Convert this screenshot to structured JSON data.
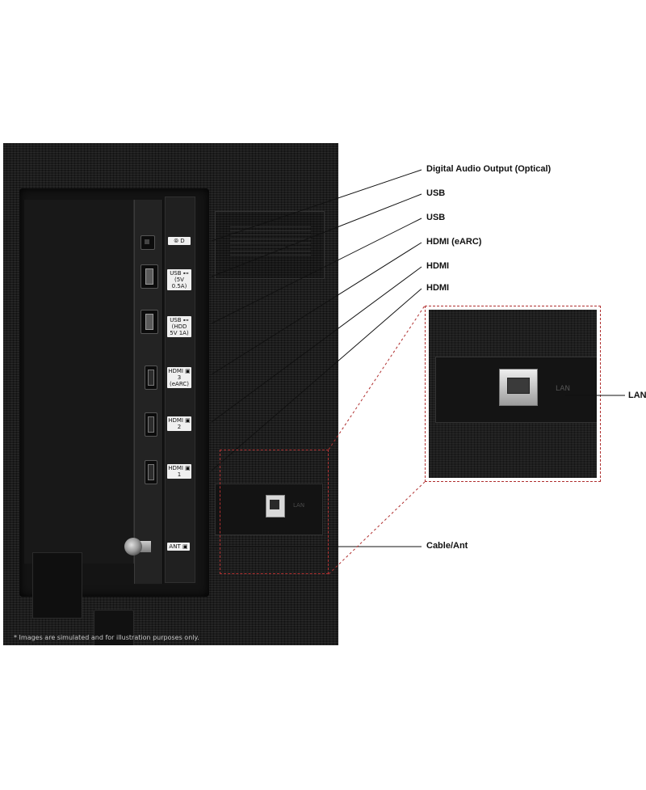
{
  "callouts": {
    "optical": "Digital Audio Output (Optical)",
    "usb_1": "USB",
    "usb_2": "USB",
    "hdmi_earc": "HDMI (eARC)",
    "hdmi_2": "HDMI",
    "hdmi_1": "HDMI",
    "lan": "LAN",
    "cable_ant": "Cable/Ant"
  },
  "port_tags": {
    "optical": "⦾ D",
    "usb_1_line1": "USB ⊷",
    "usb_1_line2": "(5V 0.5A)",
    "usb_2_line1": "USB ⊷",
    "usb_2_line2": "(HDD 5V 1A)",
    "hdmi3_line1": "HDMI ▣",
    "hdmi3_line2": "3 (eARC)",
    "hdmi2_line1": "HDMI ▣",
    "hdmi2_line2": "2",
    "hdmi1_line1": "HDMI ▣",
    "hdmi1_line2": "1",
    "ant": "ANT ▣"
  },
  "lan_panel_label": "LAN",
  "disclaimer": "* Images are simulated and for illustration purposes only.",
  "colors": {
    "leader_line": "#111111",
    "zoom_dash": "#b03030",
    "panel": "#1c1c1c"
  }
}
